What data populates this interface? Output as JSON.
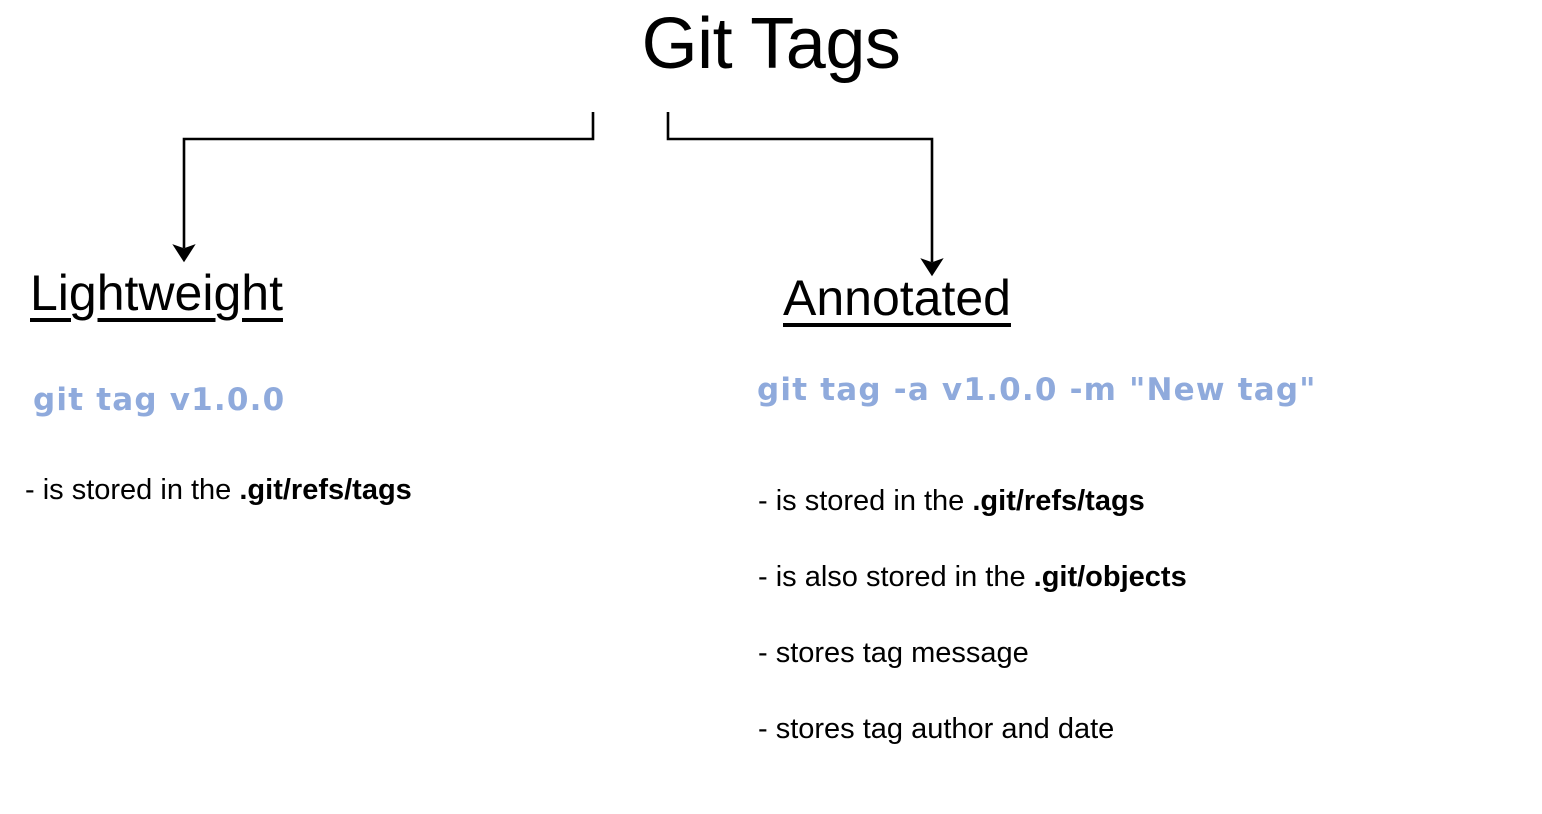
{
  "title": "Git Tags",
  "colors": {
    "command_blue": "#8FAADC",
    "text_black": "#000000",
    "background": "#ffffff",
    "connector": "#000000"
  },
  "connectors": [
    {
      "name": "arrow-to-lightweight",
      "from": "Git Tags",
      "to": "Lightweight",
      "style": "elbow-down-left-down",
      "arrowhead": "down"
    },
    {
      "name": "arrow-to-annotated",
      "from": "Git Tags",
      "to": "Annotated",
      "style": "elbow-down-right-down",
      "arrowhead": "down"
    }
  ],
  "branches": [
    {
      "id": "lightweight",
      "heading": "Lightweight",
      "command": "git tag v1.0.0",
      "bullets": [
        {
          "text": "- is stored in the ",
          "strong": ".git/refs/tags"
        }
      ]
    },
    {
      "id": "annotated",
      "heading": "Annotated",
      "command": "git tag -a v1.0.0 -m \"New tag\"",
      "bullets": [
        {
          "text": "- is stored in the ",
          "strong": ".git/refs/tags"
        },
        {
          "text": "- is also stored in the ",
          "strong": ".git/objects"
        },
        {
          "text": "- stores tag message",
          "strong": ""
        },
        {
          "text": "- stores tag author and date",
          "strong": ""
        }
      ]
    }
  ]
}
